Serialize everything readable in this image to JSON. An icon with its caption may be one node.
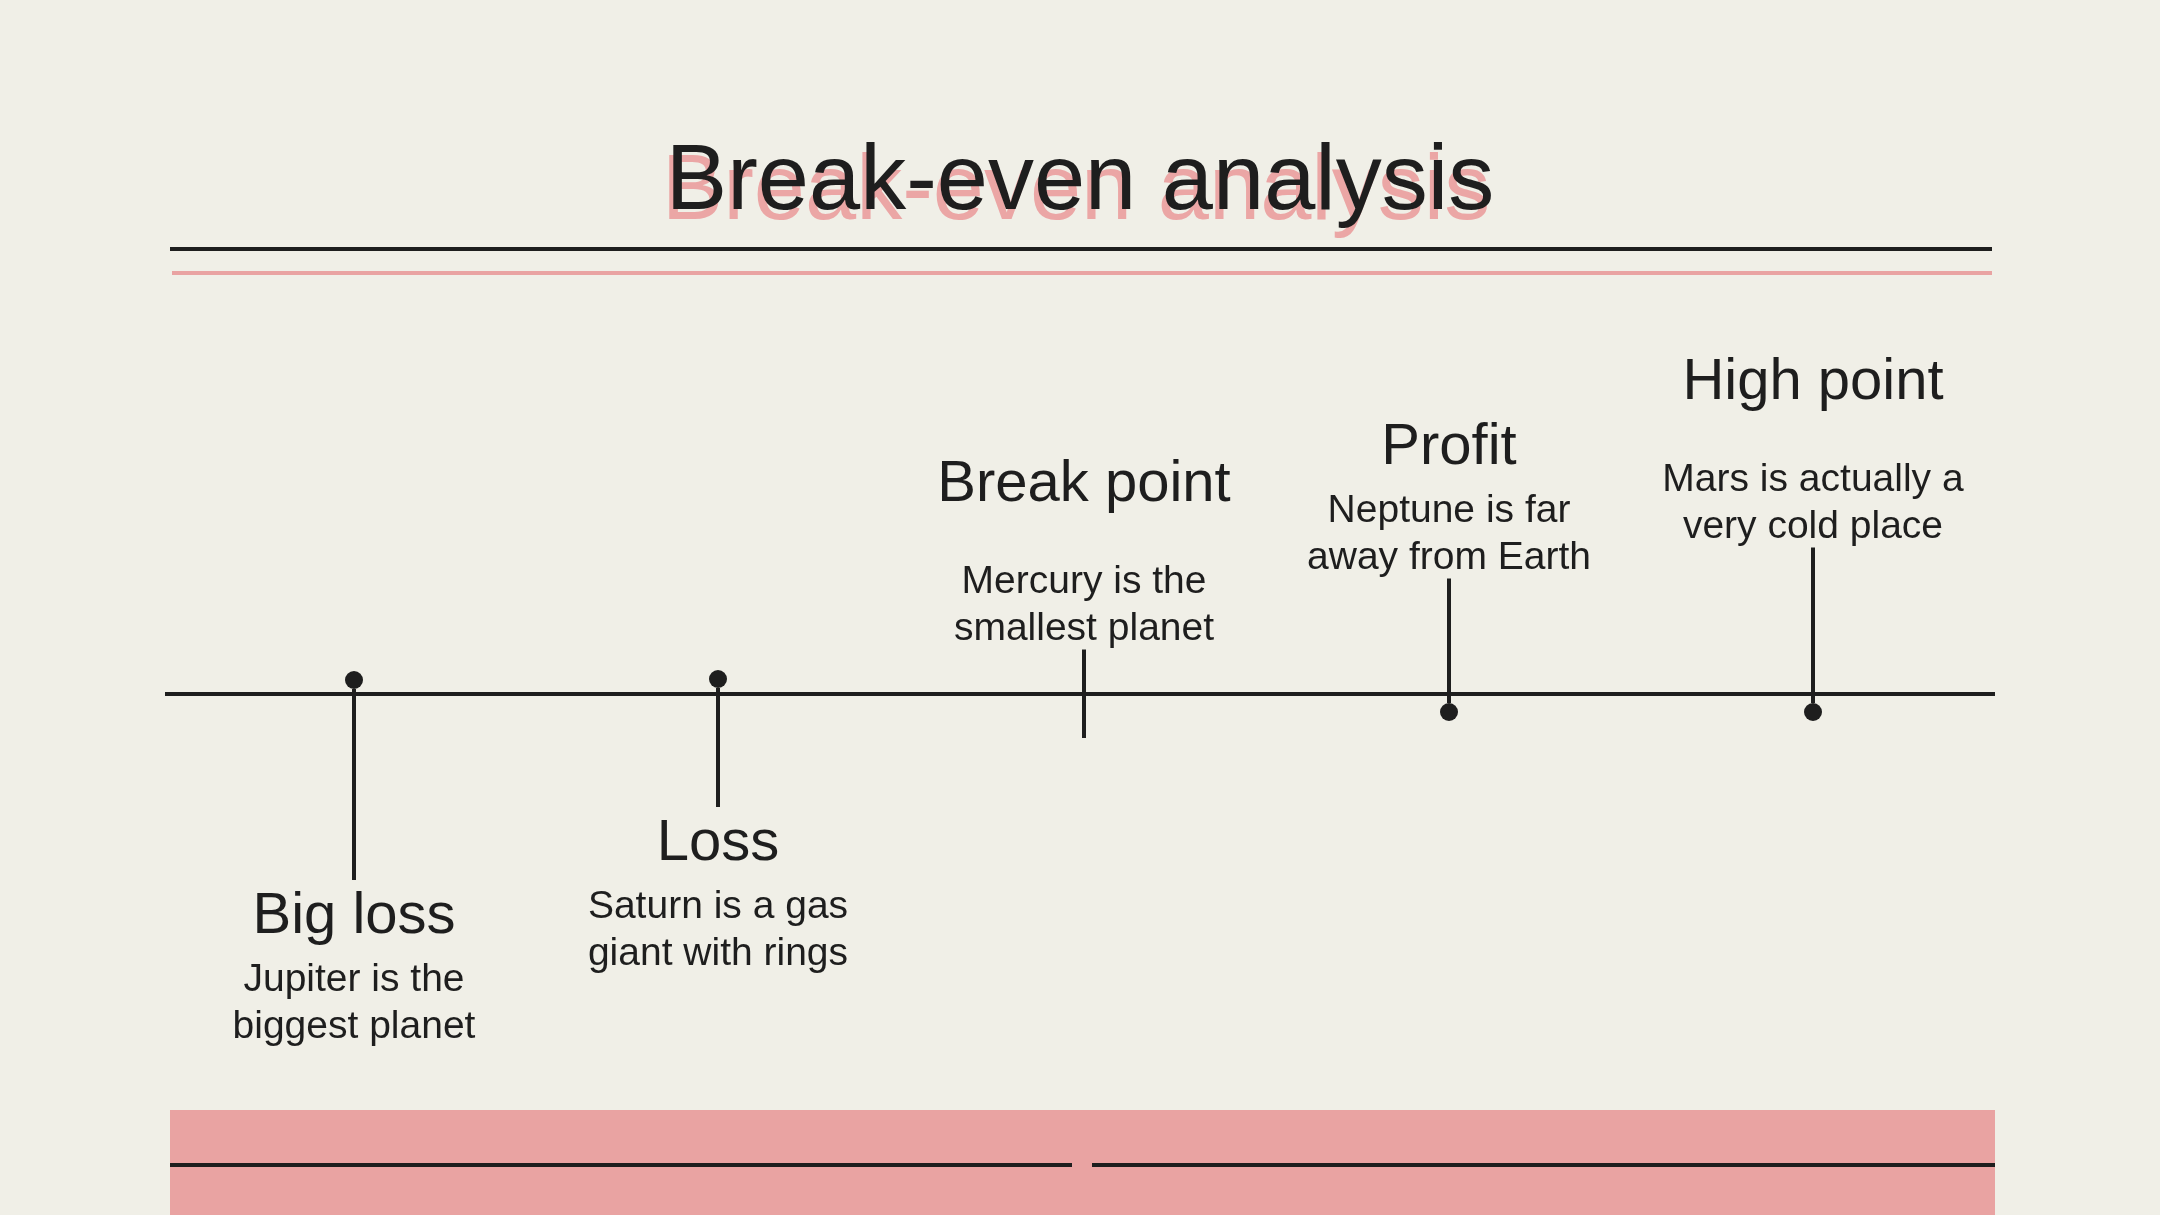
{
  "diagram": {
    "title": "Break-even analysis",
    "nodes": [
      {
        "text": [
          "Big loss",
          "Jupiter is the biggest planet"
        ]
      },
      {
        "text": [
          "Loss",
          "Saturn is a gas giant with rings"
        ]
      },
      {
        "text": [
          "Break point",
          "Mercury is the smallest planet"
        ]
      },
      {
        "text": [
          "Profit",
          "Neptune is far away from Earth"
        ]
      },
      {
        "text": [
          "High point",
          "Mars is actually a very cold place"
        ]
      },
      {
        "text": [],
        "shape": "circle"
      },
      {
        "text": [],
        "shape": "circle"
      },
      {
        "text": [],
        "shape": "circle"
      },
      {
        "text": [],
        "shape": "circle"
      }
    ],
    "edges": [
      {
        "from": 0,
        "to": 5,
        "arrow": "none"
      },
      {
        "from": 1,
        "to": 6,
        "arrow": "none"
      },
      {
        "from": 2,
        "to": null,
        "arrow": "none"
      },
      {
        "from": 3,
        "to": 7,
        "arrow": "none"
      },
      {
        "from": 4,
        "to": 8,
        "arrow": "none"
      }
    ]
  }
}
